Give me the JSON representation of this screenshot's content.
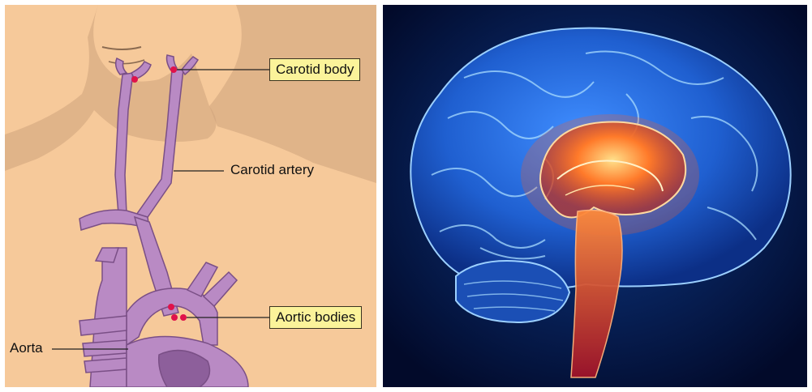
{
  "left_diagram": {
    "labels": {
      "carotid_body": "Carotid body",
      "carotid_artery": "Carotid artery",
      "aortic_bodies": "Aortic bodies",
      "aorta": "Aorta"
    },
    "colors": {
      "background": "#f6c99a",
      "silhouette": "#cda27b",
      "vessel": "#b98ac4",
      "vessel_outline": "#7a4f86",
      "chemoreceptor": "#e0124a",
      "callout_fill": "#fbf39a"
    }
  },
  "right_image": {
    "subject": "brain-illustration",
    "colors": {
      "background": "#03103a",
      "cortex": "#1f5fd0",
      "highlight": "#ff7a2a"
    }
  }
}
